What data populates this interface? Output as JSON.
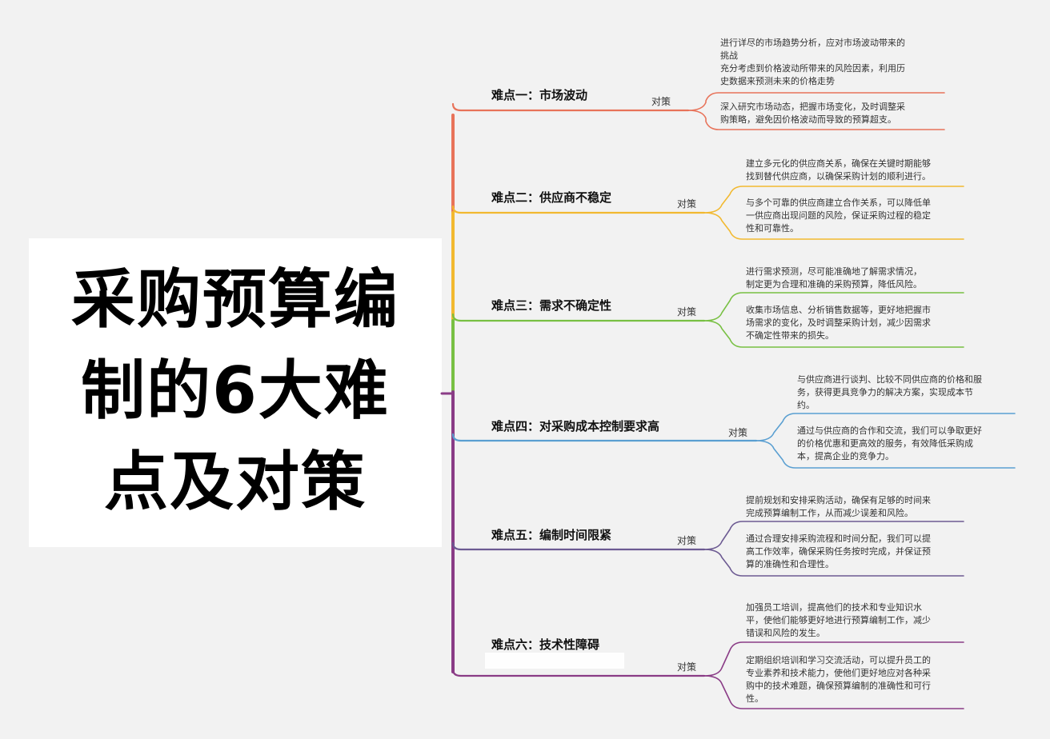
{
  "title": "采购预算编制的6大难点及对策",
  "title_lines": [
    "采购预算编",
    "制的6大难",
    "点及对策"
  ],
  "strategy_label": "对策",
  "colors": {
    "branch1": "#e8735a",
    "branch2": "#f2b930",
    "branch3": "#78c043",
    "branch4": "#5a9fd1",
    "branch5": "#6c5a92",
    "branch6": "#8a3c86",
    "trunk_bottom": "#8a3c86"
  },
  "branches": [
    {
      "topic": "难点一：市场波动",
      "color_key": "branch1",
      "measures": [
        "进行详尽的市场趋势分析，应对市场波动带来的\n挑战\n充分考虑到价格波动所带来的风险因素，利用历\n史数据来预测未来的价格走势",
        "深入研究市场动态，把握市场变化，及时调整采\n购策略，避免因价格波动而导致的预算超支。"
      ]
    },
    {
      "topic": "难点二：供应商不稳定",
      "color_key": "branch2",
      "measures": [
        "建立多元化的供应商关系，确保在关键时期能够\n找到替代供应商，以确保采购计划的顺利进行。",
        "与多个可靠的供应商建立合作关系，可以降低单\n一供应商出现问题的风险，保证采购过程的稳定\n性和可靠性。"
      ]
    },
    {
      "topic": "难点三：需求不确定性",
      "color_key": "branch3",
      "measures": [
        "进行需求预测，尽可能准确地了解需求情况，\n制定更为合理和准确的采购预算，降低风险。",
        "收集市场信息、分析销售数据等，更好地把握市\n场需求的变化，及时调整采购计划，减少因需求\n不确定性带来的损失。"
      ]
    },
    {
      "topic": "难点四：对采购成本控制要求高",
      "color_key": "branch4",
      "measures": [
        "与供应商进行谈判、比较不同供应商的价格和服\n务，获得更具竞争力的解决方案，实现成本节\n约。",
        "通过与供应商的合作和交流，我们可以争取更好\n的价格优惠和更高效的服务，有效降低采购成\n本，提高企业的竞争力。"
      ]
    },
    {
      "topic": "难点五：编制时间限紧",
      "color_key": "branch5",
      "measures": [
        "提前规划和安排采购活动，确保有足够的时间来\n完成预算编制工作，从而减少误差和风险。",
        "通过合理安排采购流程和时间分配，我们可以提\n高工作效率，确保采购任务按时完成，并保证预\n算的准确性和合理性。"
      ]
    },
    {
      "topic": "难点六：技术性障碍",
      "color_key": "branch6",
      "measures": [
        "加强员工培训，提高他们的技术和专业知识水\n平，使他们能够更好地进行预算编制工作，减少\n错误和风险的发生。",
        "定期组织培训和学习交流活动，可以提升员工的\n专业素养和技术能力，使他们更好地应对各种采\n购中的技术难题，确保预算编制的准确性和可行\n性。"
      ]
    }
  ]
}
